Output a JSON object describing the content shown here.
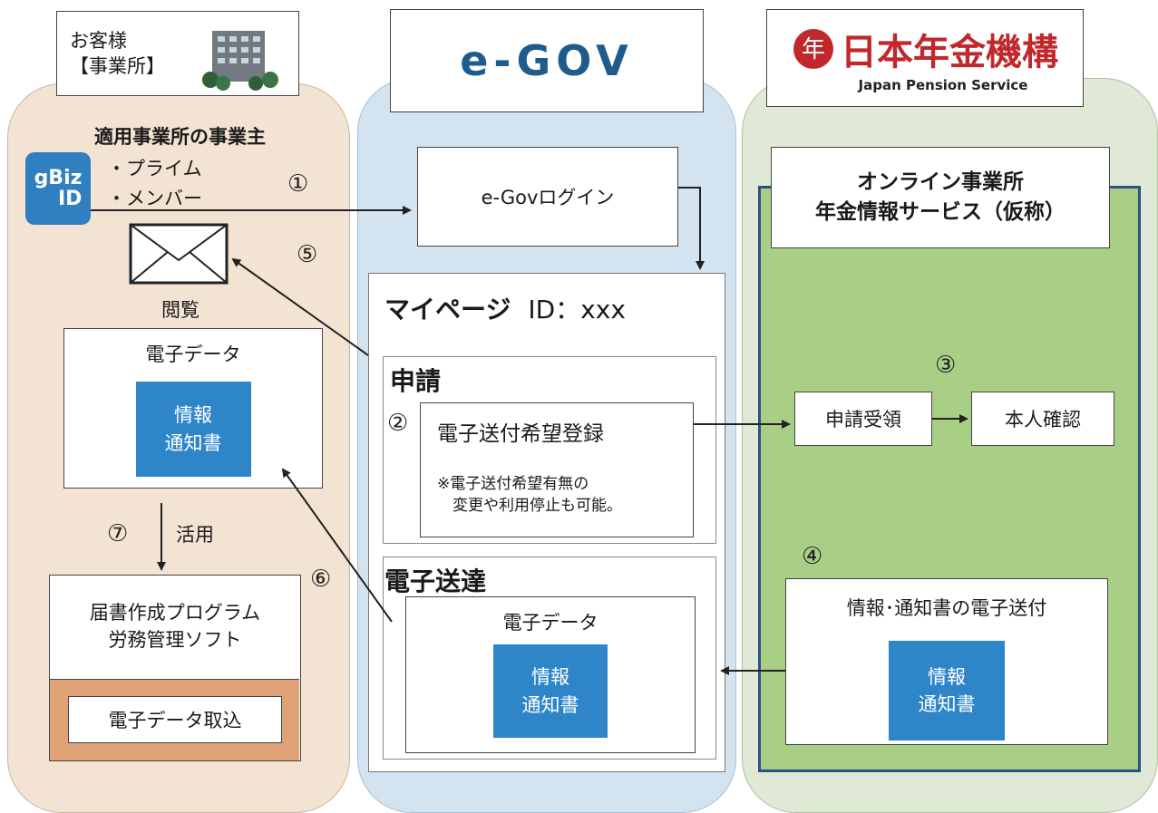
{
  "customer": {
    "header": "お客様\n【事業所】",
    "owner_title": "適用事業所の事業主",
    "owner_items": [
      "・プライム",
      "・メンバー"
    ],
    "gbiz_text": "gBiz\nID",
    "browse_label": "閲覧",
    "edata_title": "電子データ",
    "info_doc": "情報\n通知書",
    "use_label": "活用",
    "software_title": "届書作成プログラム\n労務管理ソフト",
    "import_label": "電子データ取込"
  },
  "egov": {
    "logo": "e-GOV",
    "login_label": "e-Govログイン",
    "mypage_title": "マイページ",
    "mypage_id": "ID：xxx",
    "apply_title": "申請",
    "apply_box_title": "電子送付希望登録",
    "apply_box_note": "※電子送付希望有無の\n　変更や利用停止も可能。",
    "delivery_title": "電子送達",
    "delivery_edata_title": "電子データ",
    "delivery_info_doc": "情報\n通知書"
  },
  "jps": {
    "logo_name": "日本年金機構",
    "logo_sub": "Japan Pension Service",
    "service_title": "オンライン事業所\n年金情報サービス（仮称）",
    "receive_label": "申請受領",
    "identity_label": "本人確認",
    "send_title": "情報･通知書の電子送付",
    "send_info_doc": "情報\n通知書"
  },
  "steps": [
    "①",
    "②",
    "③",
    "④",
    "⑤",
    "⑥",
    "⑦"
  ],
  "colors": {
    "customer_bg": "#f3e3d3",
    "egov_bg": "#d3e3f0",
    "jps_bg": "#dfe9d6",
    "jps_service_bg": "#a9cf86",
    "info_blue": "#2e86c9",
    "import_orange": "#dfa377",
    "egov_logo": "#1f5c8c",
    "jps_red": "#c0282c",
    "service_border": "#2f4f86"
  }
}
